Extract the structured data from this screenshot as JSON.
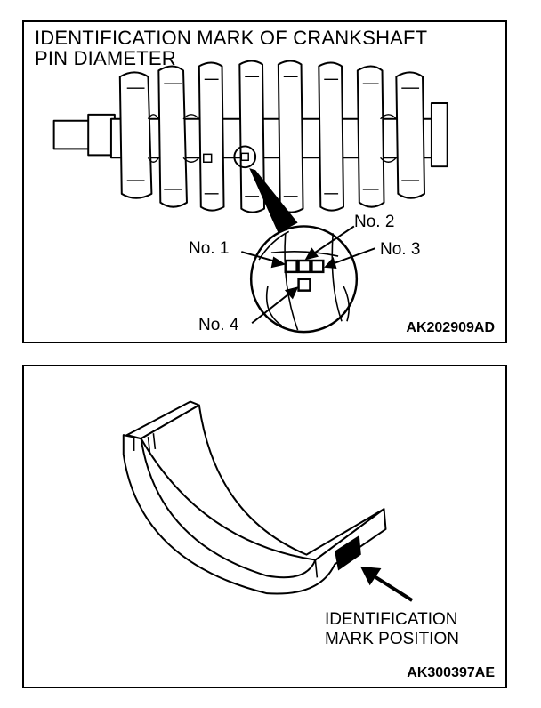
{
  "top_panel": {
    "title_line1": "IDENTIFICATION MARK OF CRANKSHAFT",
    "title_line2": "PIN DIAMETER",
    "code": "AK202909AD",
    "labels": {
      "no1": "No. 1",
      "no2": "No. 2",
      "no3": "No. 3",
      "no4": "No. 4"
    }
  },
  "bottom_panel": {
    "mark_line1": "IDENTIFICATION",
    "mark_line2": "MARK POSITION",
    "code": "AK300397AE"
  }
}
